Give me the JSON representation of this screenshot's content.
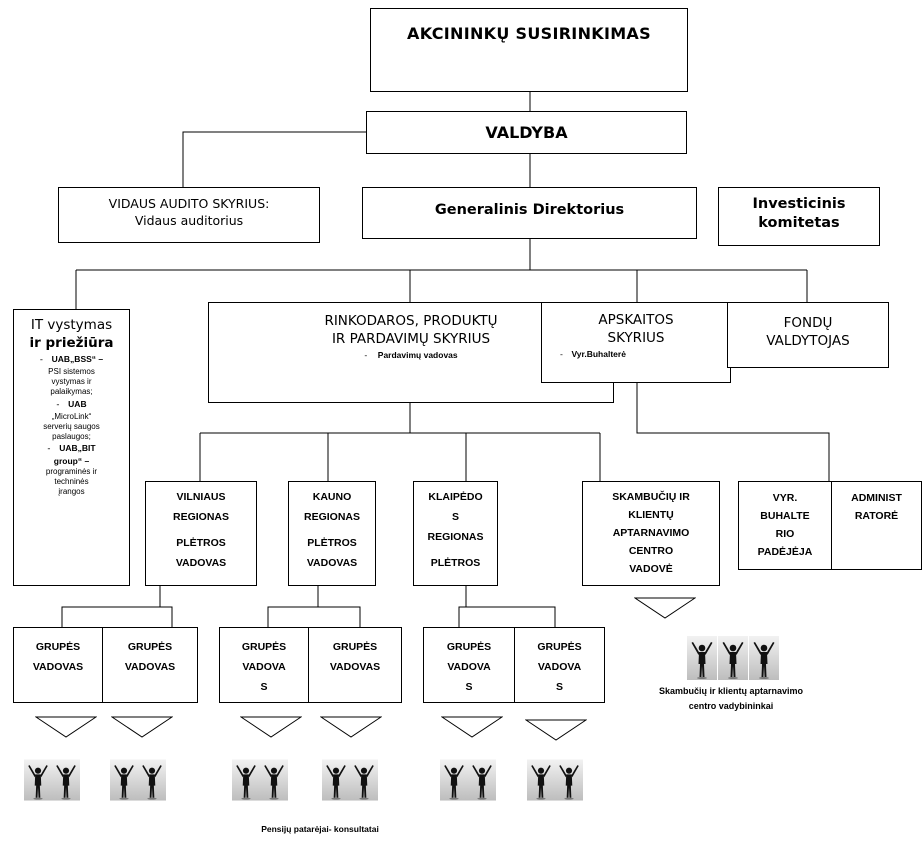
{
  "top": {
    "shareholders": "AKCININKŲ SUSIRINKIMAS",
    "board": "VALDYBA"
  },
  "row2": {
    "audit_title": "VIDAUS AUDITO SKYRIUS:",
    "audit_sub": "Vidaus auditorius",
    "ceo": "Generalinis Direktorius",
    "invest_1": "Investicinis",
    "invest_2": "komitetas"
  },
  "it": {
    "title_1": "IT vystymas",
    "title_2": "ir priežiūra",
    "dash_1": "-",
    "item1_name": "UAB„BSS“ –",
    "item1_desc_1": "PSI sistemos",
    "item1_desc_2": "vystymas ir",
    "item1_desc_3": "palaikymas;",
    "dash_2": "-",
    "item2_name": "UAB",
    "item2_desc_1": "„MicroLink“",
    "item2_desc_2": "serverių saugos",
    "item2_desc_3": "paslaugos;",
    "dash_3": "-",
    "item3_name_1": "UAB„BIT",
    "item3_name_2": "group“ –",
    "item3_desc_1": "programinės ir",
    "item3_desc_2": "techninės",
    "item3_desc_3": "įrangos"
  },
  "marketing": {
    "title_1": "RINKODAROS, PRODUKTŲ",
    "title_2": "IR PARDAVIMŲ SKYRIUS",
    "sub": "Pardavimų vadovas",
    "dash": "-"
  },
  "accounting": {
    "title_1": "APSKAITOS",
    "title_2": "SKYRIUS",
    "sub": "Vyr.Buhalterė",
    "dash": "-"
  },
  "funds": {
    "title_1": "FONDŲ",
    "title_2": "VALDYTOJAS"
  },
  "regions": {
    "vilnius": [
      "VILNIAUS",
      "REGIONAS",
      "",
      "PLĖTROS",
      "VADOVAS"
    ],
    "kaunas": [
      "KAUNO",
      "REGIONAS",
      "",
      "PLĖTROS",
      "VADOVAS"
    ],
    "klaipeda": [
      "KLAIPĖDO",
      "S",
      "REGIONAS",
      "",
      "PLĖTROS"
    ],
    "callcenter": [
      "SKAMBUČIŲ IR",
      "KLIENTŲ",
      "APTARNAVIMO",
      "CENTRO",
      "VADOVĖ"
    ]
  },
  "acc_staff": {
    "assistant": [
      "VYR.",
      "BUHALTE",
      "RIO",
      "PADĖJĖJA"
    ],
    "admin": [
      "ADMINIST",
      "RATORĖ"
    ]
  },
  "groups": {
    "g1": [
      "GRUPĖS",
      "VADOVAS"
    ],
    "g2": [
      "GRUPĖS",
      "VADOVAS"
    ],
    "g3": [
      "GRUPĖS",
      "VADOVA",
      "S"
    ],
    "g4": [
      "GRUPĖS",
      "VADOVAS"
    ],
    "g5": [
      "GRUPĖS",
      "VADOVA",
      "S"
    ],
    "g6": [
      "GRUPĖS",
      "VADOVA",
      "S"
    ]
  },
  "captions": {
    "callcenter_staff_1": "Skambučių ir klientų aptarnavimo",
    "callcenter_staff_2": "centro vadybininkai",
    "pension_advisors": "Pensijų patarėjai- konsultatai"
  },
  "icons": {
    "triangle": "down-triangle-icon",
    "person": "person-arms-raised-icon"
  }
}
